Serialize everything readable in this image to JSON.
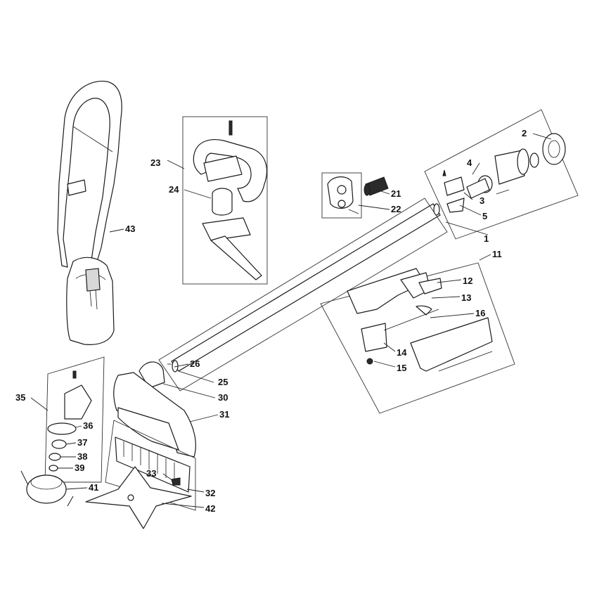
{
  "callouts": [
    {
      "id": "c1",
      "label": "1"
    },
    {
      "id": "c2",
      "label": "2"
    },
    {
      "id": "c3",
      "label": "3"
    },
    {
      "id": "c4",
      "label": "4"
    },
    {
      "id": "c5",
      "label": "5"
    },
    {
      "id": "c11",
      "label": "11"
    },
    {
      "id": "c12",
      "label": "12"
    },
    {
      "id": "c13",
      "label": "13"
    },
    {
      "id": "c14",
      "label": "14"
    },
    {
      "id": "c15",
      "label": "15"
    },
    {
      "id": "c16",
      "label": "16"
    },
    {
      "id": "c21",
      "label": "21"
    },
    {
      "id": "c22",
      "label": "22"
    },
    {
      "id": "c23",
      "label": "23"
    },
    {
      "id": "c24",
      "label": "24"
    },
    {
      "id": "c25",
      "label": "25"
    },
    {
      "id": "c26",
      "label": "26"
    },
    {
      "id": "c30",
      "label": "30"
    },
    {
      "id": "c31",
      "label": "31"
    },
    {
      "id": "c32",
      "label": "32"
    },
    {
      "id": "c33",
      "label": "33"
    },
    {
      "id": "c35",
      "label": "35"
    },
    {
      "id": "c36",
      "label": "36"
    },
    {
      "id": "c37",
      "label": "37"
    },
    {
      "id": "c38",
      "label": "38"
    },
    {
      "id": "c39",
      "label": "39"
    },
    {
      "id": "c41",
      "label": "41"
    },
    {
      "id": "c42",
      "label": "42"
    },
    {
      "id": "c43",
      "label": "43"
    }
  ]
}
